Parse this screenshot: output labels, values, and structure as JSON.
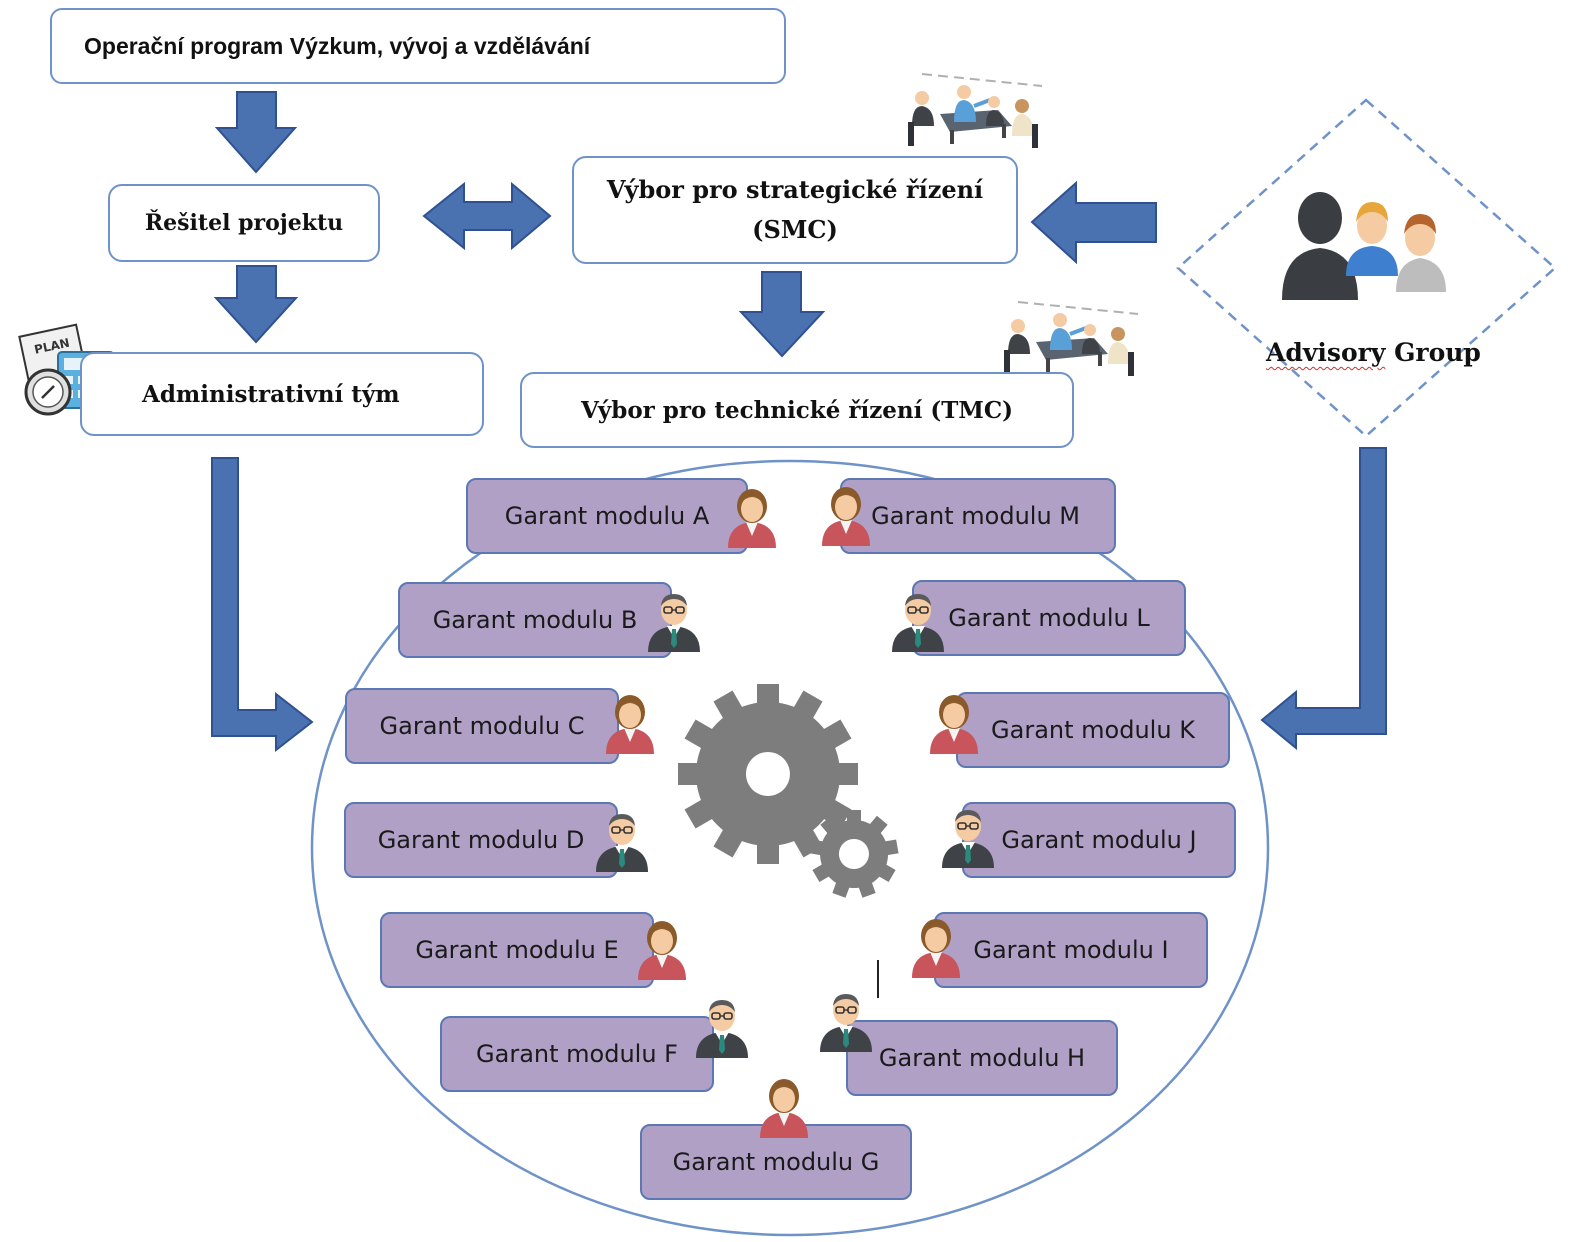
{
  "program_box": {
    "label": "Operační program Výzkum, vývoj a vzdělávání"
  },
  "resitel_box": {
    "label": "Řešitel projektu"
  },
  "smc_box": {
    "line1": "Výbor pro strategické řízení",
    "line2": "(SMC)"
  },
  "admin_box": {
    "label": "Administrativní tým"
  },
  "tmc_box": {
    "label": "Výbor pro technické řízení (TMC)"
  },
  "advisory": {
    "label_part1": "Advisory",
    "label_part2": " Group"
  },
  "plan_icon": {
    "text": "PLAN"
  },
  "modules": {
    "a": "Garant modulu A",
    "b": "Garant modulu B",
    "c": "Garant modulu C",
    "d": "Garant modulu D",
    "e": "Garant modulu E",
    "f": "Garant modulu F",
    "g": "Garant modulu G",
    "h": "Garant modulu H",
    "i": "Garant modulu I",
    "j": "Garant modulu J",
    "k": "Garant modulu K",
    "l": "Garant modulu L",
    "m": "Garant modulu M"
  },
  "colors": {
    "arrow_fill": "#4a72b0",
    "arrow_stroke": "#2f5190",
    "box_border": "#6f93c9",
    "module_fill": "#b0a0c6",
    "gear": "#7d7d7d",
    "female_suit": "#c9555c",
    "male_suit": "#3f4348"
  }
}
